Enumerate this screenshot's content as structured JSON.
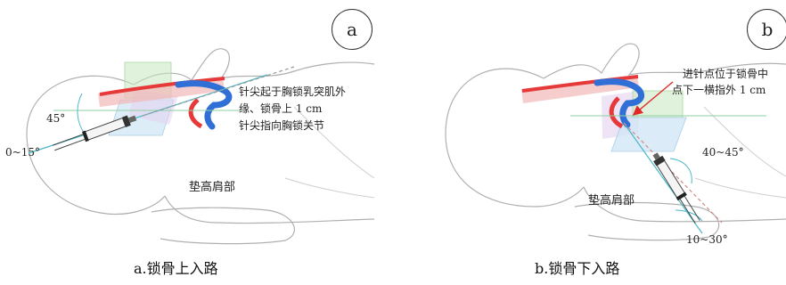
{
  "panel_a": {
    "badge": "a",
    "note_line1": "针尖起于胸锁乳突肌外",
    "note_line2": "缘、锁骨上 1 cm",
    "note_line3": "针尖指向胸锁关节",
    "angle_upper": "45°",
    "angle_lower": "0~15°",
    "shoulder_label": "垫高肩部",
    "caption": "a.锁骨上入路"
  },
  "panel_b": {
    "badge": "b",
    "note_line1": "进针点位于锁骨中",
    "note_line2": "点下一横指外 1 cm",
    "angle_upper": "40~45°",
    "angle_lower": "10~30°",
    "shoulder_label": "垫高肩部",
    "caption": "b.锁骨下入路"
  },
  "colors": {
    "outline": "#b0b0b0",
    "artery": "#e63a3a",
    "vein": "#2f6fd6",
    "muscle": "#f2b8b8",
    "plane_green": "#c8e8c0",
    "plane_blue": "#cfe6f5",
    "needle_line": "#49b8c8",
    "arrow": "#e02828"
  }
}
